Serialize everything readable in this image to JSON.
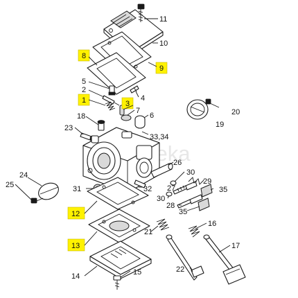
{
  "watermark": "motoareka",
  "labels": {
    "l1": "1",
    "l2": "2",
    "l3": "3",
    "l4": "4",
    "l5": "5",
    "l6": "6",
    "l7": "7",
    "l8": "8",
    "l9": "9",
    "l10": "10",
    "l11": "11",
    "l12": "12",
    "l13": "13",
    "l14": "14",
    "l15": "15",
    "l16": "16",
    "l17": "17",
    "l18": "18",
    "l19": "19",
    "l20": "20",
    "l21": "21",
    "l22": "22",
    "l23": "23",
    "l24": "24",
    "l25": "25",
    "l26": "26",
    "l27": "27",
    "l28": "28",
    "l29": "29",
    "l30a": "30",
    "l30b": "30",
    "l31": "31",
    "l32": "32",
    "l3334": "33,34",
    "l35a": "35",
    "l35b": "35"
  },
  "highlighted_parts": [
    "1",
    "3",
    "8",
    "9",
    "12",
    "13"
  ],
  "colors": {
    "highlight": "#fff200",
    "line": "#1a1a1a"
  },
  "icons": {
    "parts": "exploded-view-carburetor-parts"
  }
}
